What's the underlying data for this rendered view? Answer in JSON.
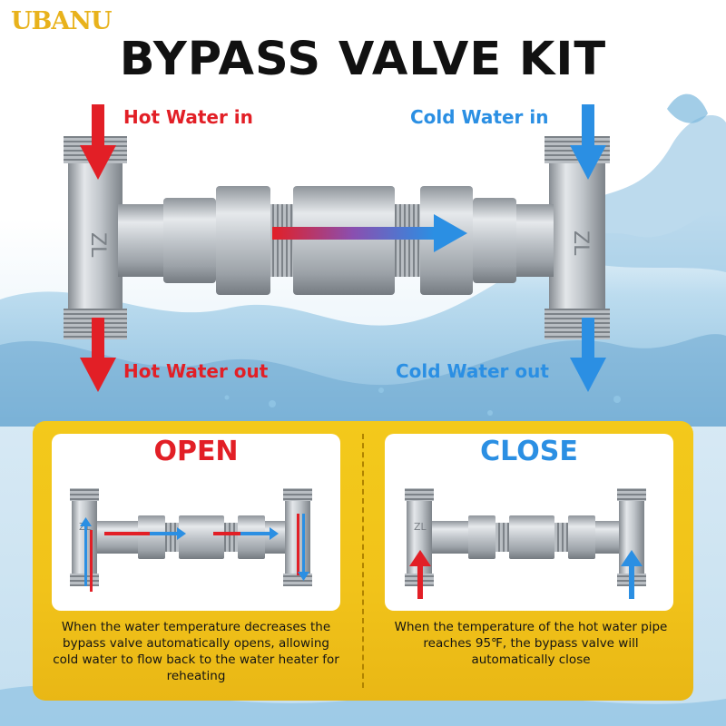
{
  "brand": "UBANU",
  "title": "BYPASS VALVE KIT",
  "labels": {
    "hot_in": "Hot Water in",
    "cold_in": "Cold Water in",
    "hot_out": "Hot Water out",
    "cold_out": "Cold Water out"
  },
  "body_marking": "ZL",
  "open": {
    "heading": "OPEN",
    "description": "When the water temperature decreases the bypass valve automatically opens, allowing cold water to flow back to the water heater for reheating"
  },
  "close": {
    "heading": "CLOSE",
    "description": "When the temperature of the hot water pipe reaches 95℉, the bypass valve will automatically close"
  },
  "colors": {
    "hot": "#e21f26",
    "cold": "#2b8fe3",
    "accent_panel": "#f2c41a",
    "brand": "#e8b21c"
  }
}
